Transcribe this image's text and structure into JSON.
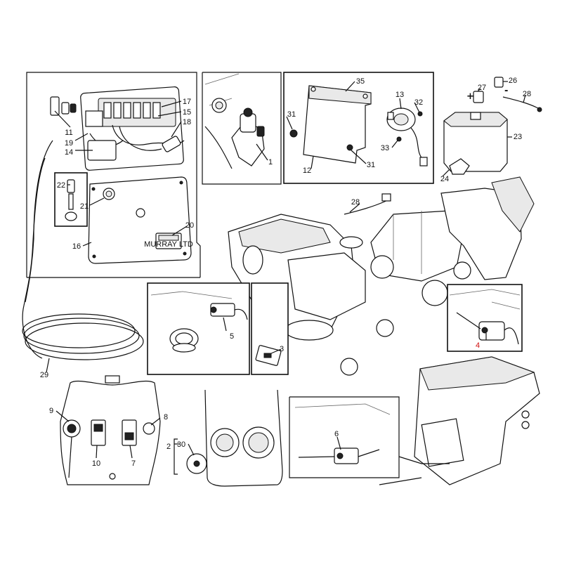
{
  "callouts": [
    {
      "id": "c11",
      "text": "11",
      "color": "#111111"
    },
    {
      "id": "c19",
      "text": "19",
      "color": "#111111"
    },
    {
      "id": "c14",
      "text": "14",
      "color": "#111111"
    },
    {
      "id": "c17",
      "text": "17",
      "color": "#111111"
    },
    {
      "id": "c15",
      "text": "15",
      "color": "#111111"
    },
    {
      "id": "c18",
      "text": "18",
      "color": "#111111"
    },
    {
      "id": "c22",
      "text": "22",
      "color": "#111111"
    },
    {
      "id": "c21",
      "text": "21",
      "color": "#111111"
    },
    {
      "id": "c20",
      "text": "20",
      "color": "#111111"
    },
    {
      "id": "c16",
      "text": "16",
      "color": "#111111"
    },
    {
      "id": "c1",
      "text": "1",
      "color": "#111111"
    },
    {
      "id": "c35",
      "text": "35",
      "color": "#111111"
    },
    {
      "id": "c13",
      "text": "13",
      "color": "#111111"
    },
    {
      "id": "c32",
      "text": "32",
      "color": "#111111"
    },
    {
      "id": "c31a",
      "text": "31",
      "color": "#111111"
    },
    {
      "id": "c33",
      "text": "33",
      "color": "#111111"
    },
    {
      "id": "c12",
      "text": "12",
      "color": "#111111"
    },
    {
      "id": "c31b",
      "text": "31",
      "color": "#111111"
    },
    {
      "id": "c27",
      "text": "27",
      "color": "#111111"
    },
    {
      "id": "c26",
      "text": "26",
      "color": "#111111"
    },
    {
      "id": "c28a",
      "text": "28",
      "color": "#111111"
    },
    {
      "id": "c23",
      "text": "23",
      "color": "#111111"
    },
    {
      "id": "c24",
      "text": "24",
      "color": "#111111"
    },
    {
      "id": "c28b",
      "text": "28",
      "color": "#111111"
    },
    {
      "id": "c5",
      "text": "5",
      "color": "#111111"
    },
    {
      "id": "c3",
      "text": "3",
      "color": "#111111"
    },
    {
      "id": "c4",
      "text": "4",
      "color": "#d01010"
    },
    {
      "id": "c29",
      "text": "29",
      "color": "#111111"
    },
    {
      "id": "c9",
      "text": "9",
      "color": "#111111"
    },
    {
      "id": "c8",
      "text": "8",
      "color": "#111111"
    },
    {
      "id": "c10",
      "text": "10",
      "color": "#111111"
    },
    {
      "id": "c7",
      "text": "7",
      "color": "#111111"
    },
    {
      "id": "c2",
      "text": "2",
      "color": "#111111"
    },
    {
      "id": "c30",
      "text": "30",
      "color": "#111111"
    },
    {
      "id": "c6",
      "text": "6",
      "color": "#111111"
    }
  ],
  "battery": {
    "plus": "+",
    "minus": "-"
  },
  "label_plate": {
    "text": "MURRAY LTD"
  },
  "colors": {
    "ink": "#111111",
    "highlight": "#d01010",
    "paper": "#ffffff"
  }
}
